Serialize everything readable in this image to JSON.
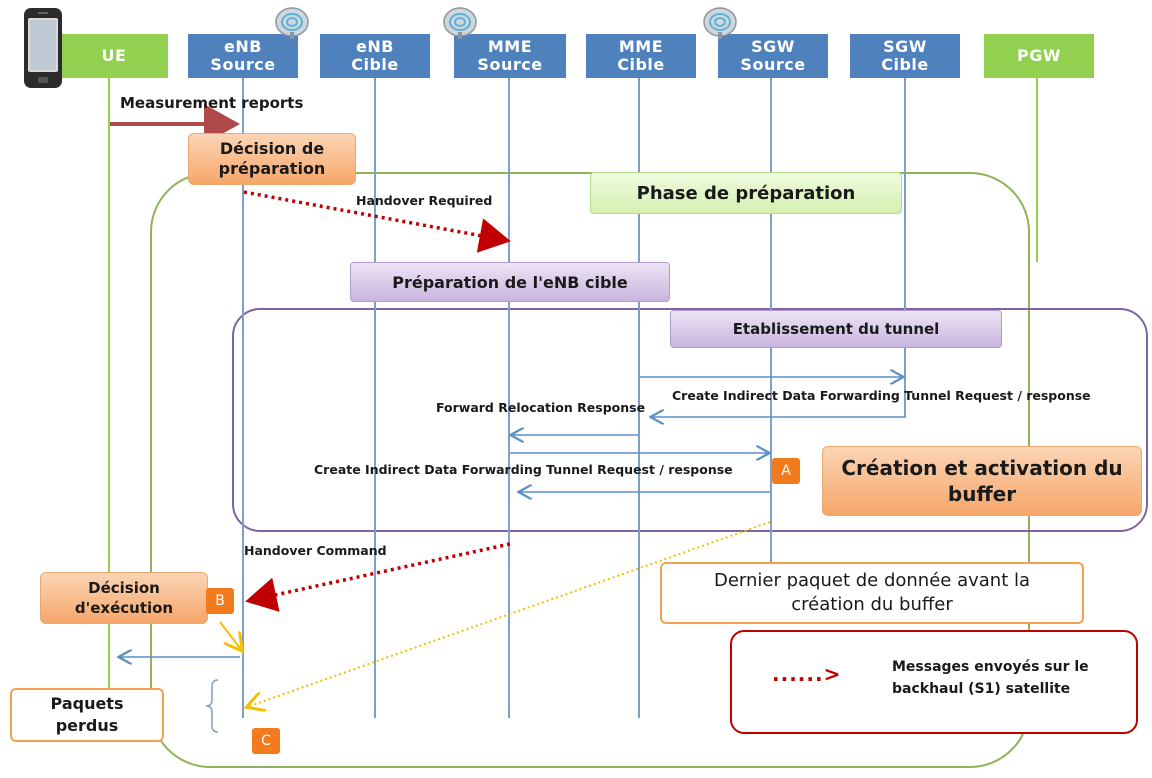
{
  "nodes": {
    "ue": "UE",
    "enb_source": [
      "eNB",
      "Source"
    ],
    "enb_cible": [
      "eNB",
      "Cible"
    ],
    "mme_source": [
      "MME",
      "Source"
    ],
    "mme_cible": [
      "MME",
      "Cible"
    ],
    "sgw_source": [
      "SGW",
      "Source"
    ],
    "sgw_cible": [
      "SGW",
      "Cible"
    ],
    "pgw": "PGW"
  },
  "phases": {
    "preparation": "Phase de préparation",
    "enb_cible_prep": "Préparation de l'eNB cible",
    "tunnel": "Etablissement du tunnel"
  },
  "messages": {
    "measurement_reports": "Measurement reports",
    "handover_required": "Handover Required",
    "create_indirect_1": "Create Indirect Data Forwarding  Tunnel Request / response",
    "forward_relocation": "Forward Relocation Response",
    "create_indirect_2": "Create Indirect Data Forwarding  Tunnel Request / response",
    "handover_command": "Handover Command"
  },
  "boxes": {
    "decision_preparation": [
      "Décision de",
      "préparation"
    ],
    "decision_execution": [
      "Décision",
      "d'exécution"
    ],
    "paquets_perdus": [
      "Paquets",
      "perdus"
    ],
    "creation_buffer": [
      "Création et activation du",
      "buffer"
    ],
    "dernier_paquet": [
      "Dernier paquet de donnée avant la",
      "création du buffer"
    ]
  },
  "badges": {
    "a": "A",
    "b": "B",
    "c": "C"
  },
  "legend": {
    "arrow_glyph": "......>",
    "text": [
      "Messages envoyés sur le",
      "backhaul (S1) satellite"
    ]
  },
  "colors": {
    "node_blue": "#4f81bd",
    "node_green": "#92d050",
    "phase_green": "#8fb35a",
    "tunnel_purple": "#8064a2",
    "dotted_red": "#c00000",
    "dotted_yellow": "#f2c000",
    "accent_orange": "#f27b1e"
  }
}
